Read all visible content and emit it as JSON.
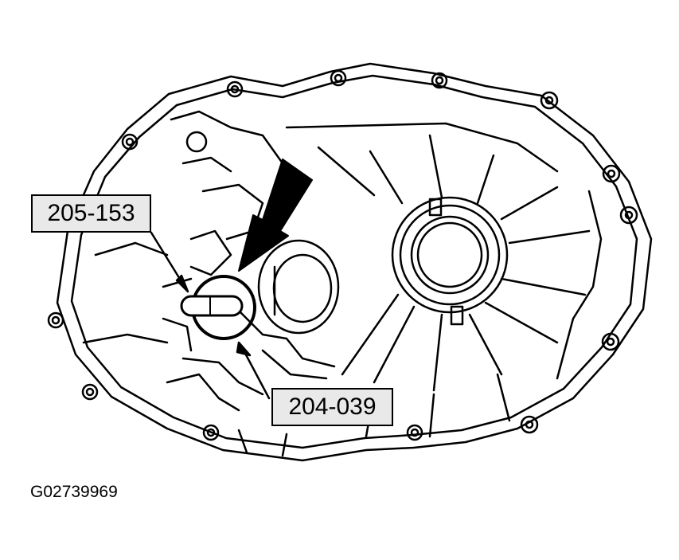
{
  "callouts": [
    {
      "label": "205-153"
    },
    {
      "label": "204-039"
    }
  ],
  "figure_id": "G02739969",
  "colors": {
    "line": "#000000",
    "background": "#ffffff",
    "box_fill": "#e9e9e9"
  },
  "icons": [
    "pointer-arrow-icon",
    "arrowhead-icon"
  ]
}
